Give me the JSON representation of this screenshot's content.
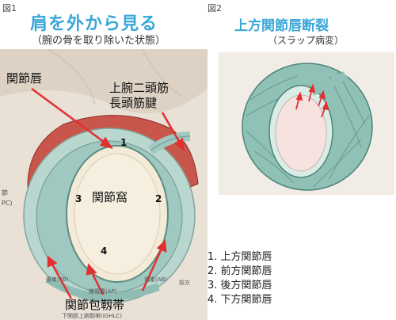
{
  "fig1": {
    "fig_label": "図1",
    "title": "肩を外から見る",
    "subtitle": "（腕の骨を取り除いた状態）",
    "labels": {
      "labrum": "関節唇",
      "biceps_line1": "上腕二頭筋",
      "biceps_line2": "長頭筋腱",
      "fossa": "関節窩",
      "capsule": "関節包靱帯",
      "pc": "PC)",
      "pc_prefix": "節",
      "pb": "後束(PB)",
      "ab": "前束(AB)",
      "ap": "腋窩嚢(AP)",
      "front": "前方",
      "bottom": "下関節上腕靭帯(IGHLC)"
    },
    "numbers": [
      "1",
      "2",
      "3",
      "4"
    ]
  },
  "fig2": {
    "fig_label": "図2",
    "title": "上方関節唇断裂",
    "subtitle": "（スラップ病変）"
  },
  "legend": [
    "1.  上方関節唇",
    "2.  前方関節唇",
    "3.  後方関節唇",
    "4.  下方関節唇"
  ],
  "colors": {
    "title": "#3aa7d9",
    "arrow": "#e23030",
    "cartilage": "#9fc9c0",
    "muscle": "#c8564a"
  }
}
